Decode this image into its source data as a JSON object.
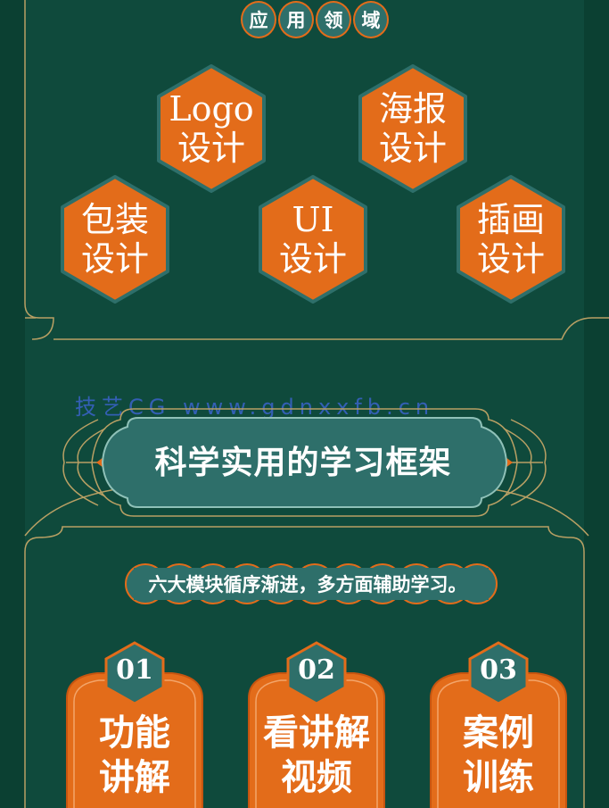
{
  "section1": {
    "title_chars": [
      "应",
      "用",
      "领",
      "域"
    ],
    "fields": [
      {
        "line1": "Logo",
        "line2": "设计"
      },
      {
        "line1": "海报",
        "line2": "设计"
      },
      {
        "line1": "包装",
        "line2": "设计"
      },
      {
        "line1": "UI",
        "line2": "设计"
      },
      {
        "line1": "插画",
        "line2": "设计"
      }
    ]
  },
  "watermark": "技艺CG  www.gdnxxfb.cn",
  "section2": {
    "title": "科学实用的学习框架",
    "subtitle": "六大模块循序渐进，多方面辅助学习。",
    "modules": [
      {
        "num": "01",
        "line1": "功能",
        "line2": "讲解"
      },
      {
        "num": "02",
        "line1": "看讲解",
        "line2": "视频"
      },
      {
        "num": "03",
        "line1": "案例",
        "line2": "训练"
      }
    ]
  },
  "colors": {
    "background": "#0f4a3c",
    "accent_orange": "#e36c1a",
    "teal": "#2e6f6a",
    "gold_line": "#b9a064"
  }
}
